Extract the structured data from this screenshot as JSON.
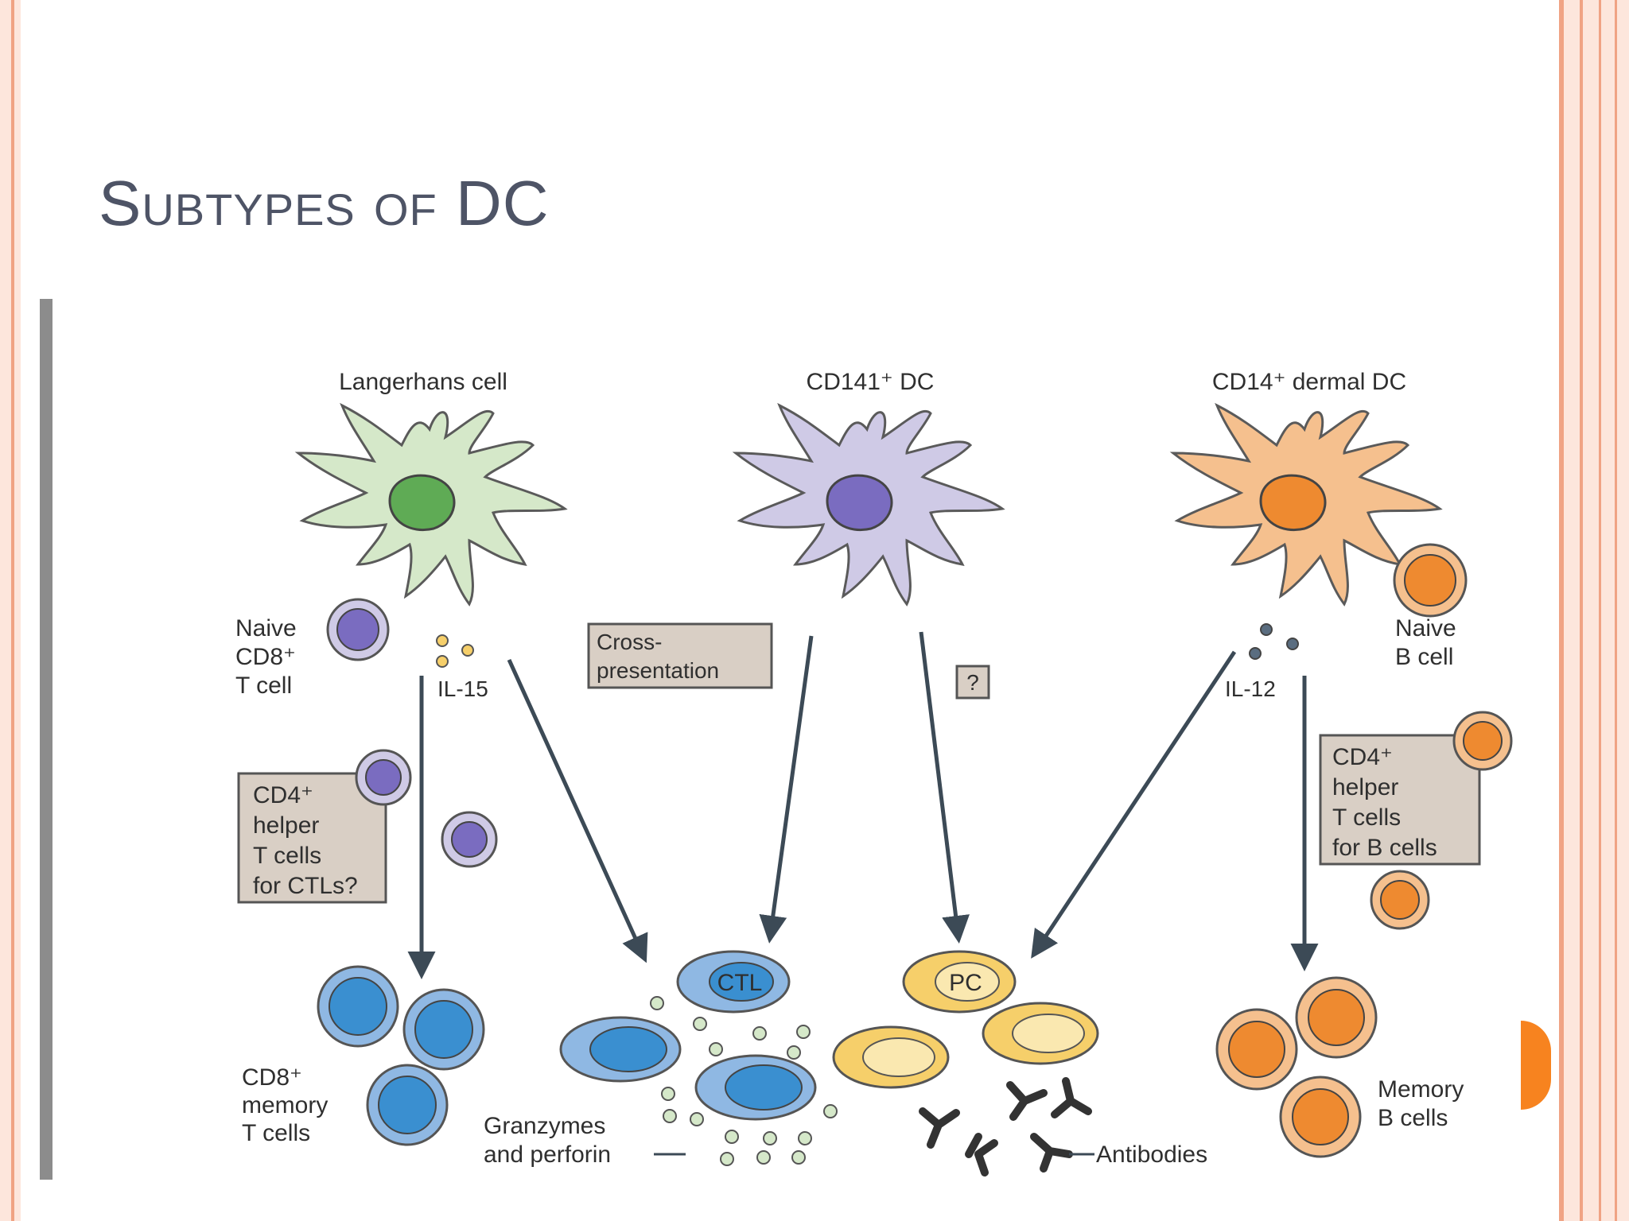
{
  "slide": {
    "title": "Subtypes of DC"
  },
  "diagram": {
    "cells": {
      "langerhans": "Langerhans cell",
      "cd141": "CD141⁺ DC",
      "cd14": "CD14⁺ dermal DC"
    },
    "labels": {
      "naive_cd8_line1": "Naive",
      "naive_cd8_line2": "CD8⁺",
      "naive_cd8_line3": "T cell",
      "il15": "IL-15",
      "il12": "IL-12",
      "naive_b_line1": "Naive",
      "naive_b_line2": "B cell",
      "cd8mem_line1": "CD8⁺",
      "cd8mem_line2": "memory",
      "cd8mem_line3": "T cells",
      "granz_line1": "Granzymes",
      "granz_line2": "and perforin",
      "antibodies": "Antibodies",
      "memb_line1": "Memory",
      "memb_line2": "B cells",
      "ctl": "CTL",
      "pc": "PC"
    },
    "boxes": {
      "cross_line1": "Cross-",
      "cross_line2": "presentation",
      "question": "?",
      "ctlhelp_line1": "CD4⁺",
      "ctlhelp_line2": "helper",
      "ctlhelp_line3": "T cells",
      "ctlhelp_line4": "for CTLs?",
      "bhelp_line1": "CD4⁺",
      "bhelp_line2": "helper",
      "bhelp_line3": "T cells",
      "bhelp_line4": "for B cells"
    },
    "colors": {
      "langerhans": "#d5e8c9",
      "langerhans_nucleus": "#5fab55",
      "cd141": "#cfcae6",
      "cd141_nucleus": "#7a6cc0",
      "cd14": "#f5c08e",
      "cd14_nucleus": "#ee8a30",
      "tcell_blue": "#3a8fd0",
      "b_orange": "#ee8a30",
      "pc_yellow": "#f6cf6a",
      "box_fill": "#d9cfc5",
      "arrow": "#3c4a56"
    }
  }
}
